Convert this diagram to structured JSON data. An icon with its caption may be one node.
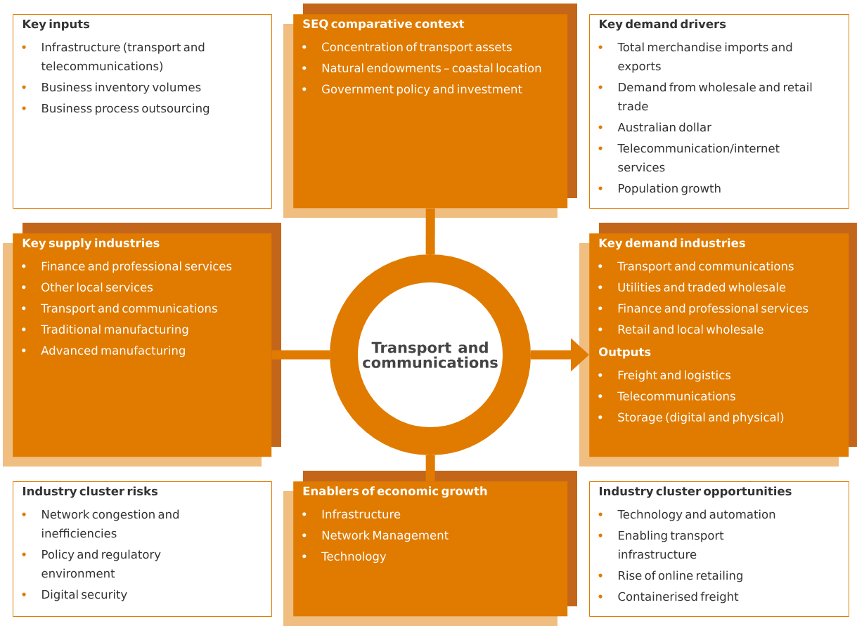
{
  "diagram": {
    "nodes": [
      {
        "text": [
          "Key inputs",
          "Infrastructure (transport and telecommunications)",
          "Business inventory volumes",
          "Business process outsourcing"
        ]
      },
      {
        "text": [
          "SEQ comparative context",
          "Concentration of transport assets",
          "Natural endowments – coastal location",
          "Government policy and investment"
        ]
      },
      {
        "text": [
          "Key demand drivers",
          "Total merchandise imports and exports",
          "Demand from wholesale and retail trade",
          "Australian dollar",
          "Telecommunication/internet services",
          "Population growth"
        ]
      },
      {
        "text": [
          "Key supply industries",
          "Finance and professional services",
          "Other local services",
          "Transport and communications",
          "Traditional manufacturing",
          "Advanced manufacturing"
        ]
      },
      {
        "text": [
          "Transport and communications"
        ]
      },
      {
        "text": [
          "Key demand industries",
          "Transport and communications",
          "Utilities and traded wholesale",
          "Finance and professional services",
          "Retail and local wholesale",
          "Outputs",
          "Freight and logistics",
          "Telecommunications",
          "Storage (digital and physical)"
        ]
      },
      {
        "text": [
          "Industry cluster risks",
          "Network congestion and inefficiencies",
          "Policy and regulatory environment",
          "Digital security"
        ]
      },
      {
        "text": [
          "Enablers of economic growth",
          "Infrastructure",
          "Network Management",
          "Technology"
        ]
      },
      {
        "text": [
          "Industry cluster opportunities",
          "Technology and automation",
          "Enabling transport infrastructure",
          "Rise of online retailing",
          "Containerised freight"
        ]
      }
    ],
    "edges": [
      {
        "from": 1,
        "to": 4,
        "arrow": "none"
      },
      {
        "from": 3,
        "to": 4,
        "arrow": "none"
      },
      {
        "from": 4,
        "to": 5,
        "arrow": "to"
      },
      {
        "from": 4,
        "to": 7,
        "arrow": "none"
      }
    ]
  }
}
